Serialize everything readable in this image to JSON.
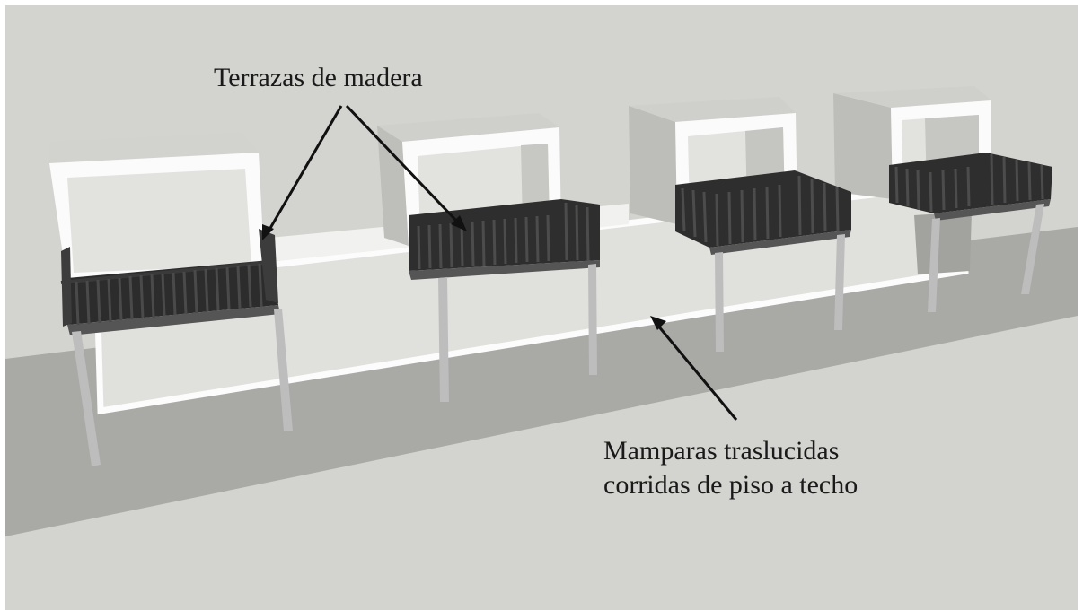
{
  "annotations": {
    "terraces_label": "Terrazas de madera",
    "partitions_label_line1": "Mamparas traslucidas",
    "partitions_label_line2": "corridas de piso a techo"
  },
  "colors": {
    "background": "#d3d3cf",
    "ground_strip": "#a9a9a6",
    "wall_face": "#e1e1de",
    "box_side": "#bfbfbc",
    "box_top": "#cfcfcc",
    "outline_white": "#fcfcfc",
    "railing": "#3d3d3d",
    "deck": "#2c2c2c",
    "post": "#bcbcbc",
    "leader_line": "#111111"
  }
}
